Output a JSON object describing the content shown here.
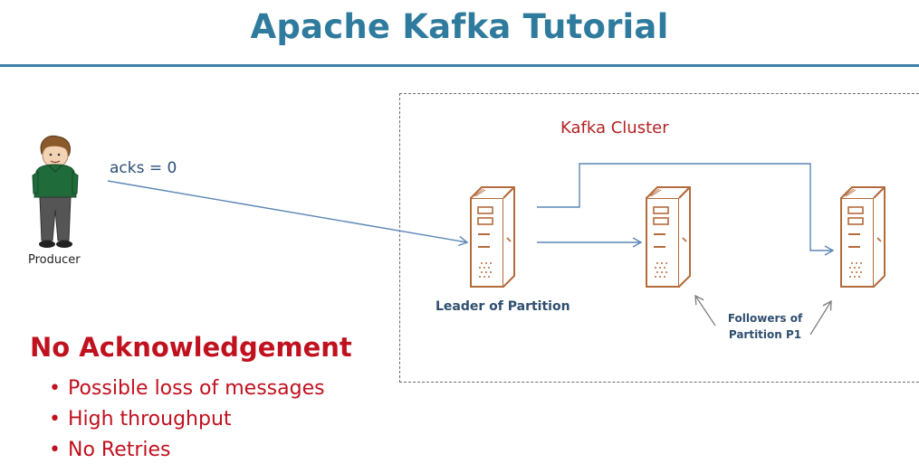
{
  "title": "Apache Kafka Tutorial",
  "diagram": {
    "cluster_label": "Kafka Cluster",
    "acks_label": "acks = 0",
    "producer_label": "Producer",
    "leader_label": "Leader of Partition",
    "followers_label_line1": "Followers of",
    "followers_label_line2": "Partition P1"
  },
  "summary": {
    "heading": "No Acknowledgement",
    "bullets": [
      "Possible loss of messages",
      "High throughput",
      "No Retries"
    ]
  },
  "colors": {
    "title": "#2f7b9e",
    "accent_red": "#c0111f",
    "arrow": "#5a86b5",
    "server": "#b36b3c"
  }
}
